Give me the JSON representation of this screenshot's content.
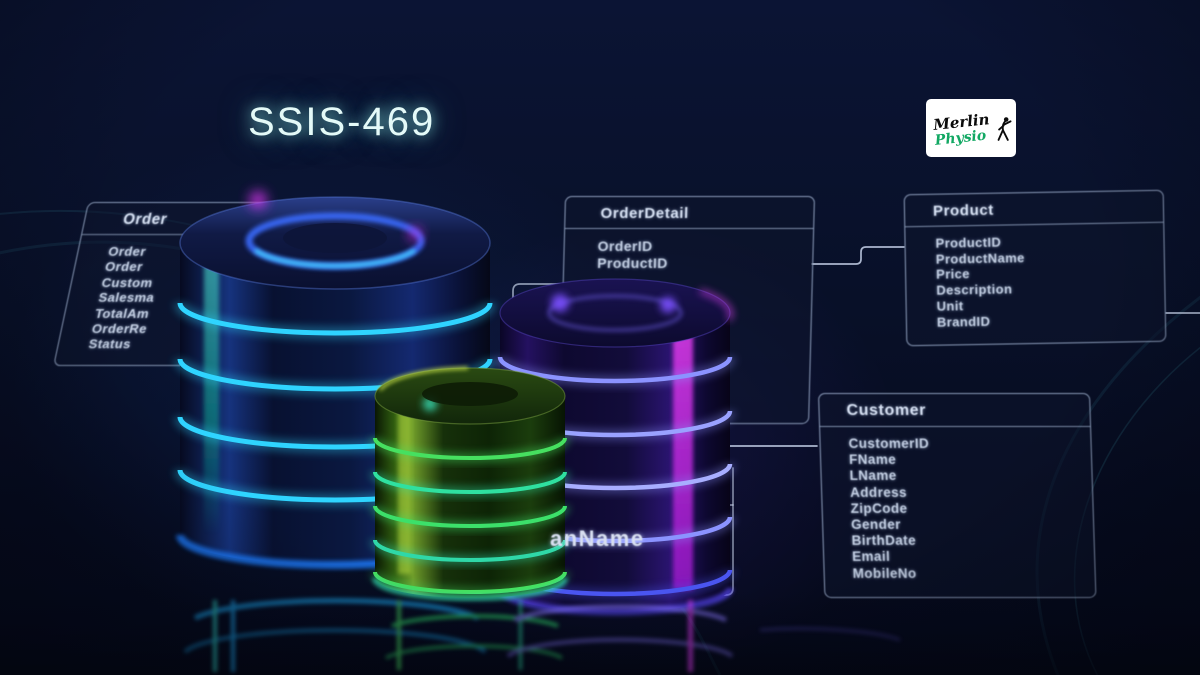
{
  "page": {
    "title": "SSIS-469"
  },
  "logo": {
    "brand_top": "Merlin",
    "brand_bottom": "Physio",
    "brand_green": "#12a863",
    "person_icon": "stretching-person-icon"
  },
  "diagram": {
    "tables": {
      "order": {
        "title": "Order",
        "fields": [
          "Order",
          "Order",
          "Custom",
          "Salesma",
          "TotalAm",
          "OrderRe",
          "Status"
        ]
      },
      "order_detail": {
        "title": "OrderDetail",
        "fields": [
          "OrderID",
          "ProductID"
        ]
      },
      "product": {
        "title": "Product",
        "fields": [
          "ProductID",
          "ProductName",
          "Price",
          "Description",
          "Unit",
          "BrandID"
        ]
      },
      "customer": {
        "title": "Customer",
        "fields": [
          "CustomerID",
          "FName",
          "LName",
          "Address",
          "ZipCode",
          "Gender",
          "BirthDate",
          "Email",
          "MobileNo"
        ]
      },
      "hidden": {
        "visible_text": "anName"
      }
    }
  },
  "colors": {
    "background": "#081028",
    "neon_blue": "#2fd4ff",
    "neon_green": "#3ce06a",
    "neon_purple": "#8b93ff",
    "neon_magenta": "#d838e8",
    "table_border": "#afc3dd",
    "title_glow": "#8ce8e2"
  }
}
